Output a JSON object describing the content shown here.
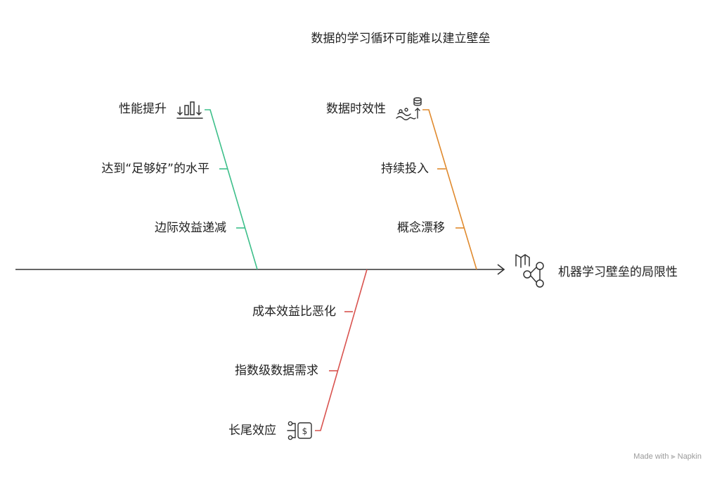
{
  "title": "数据的学习循环可能难以建立壁垒",
  "effect": "机器学习壁垒的局限性",
  "branches": {
    "performance": {
      "label": "性能提升",
      "causes": [
        "达到“足够好”的水平",
        "边际效益递减"
      ],
      "color": "#3dbf8a"
    },
    "timeliness": {
      "label": "数据时效性",
      "causes": [
        "持续投入",
        "概念漂移"
      ],
      "color": "#e08a2e"
    },
    "longtail": {
      "label": "长尾效应",
      "causes": [
        "成本效益比恶化",
        "指数级数据需求"
      ],
      "color": "#d9534f"
    }
  },
  "footer": "Made with ⫸ Napkin"
}
